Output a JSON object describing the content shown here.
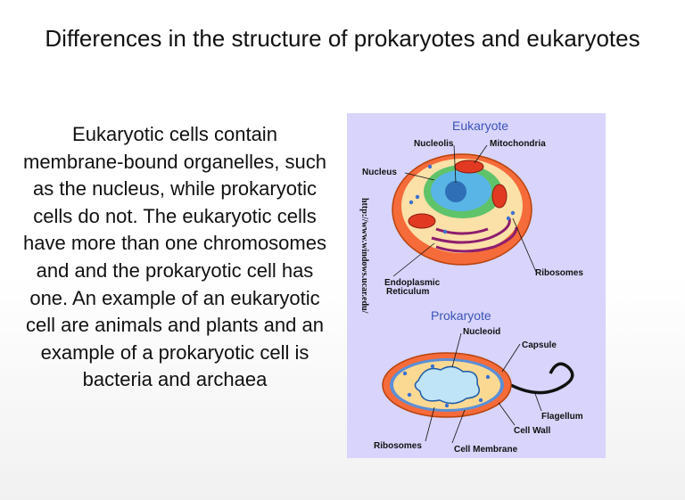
{
  "slide": {
    "title": "Differences in the structure of prokaryotes and eukaryotes",
    "body": "Eukaryotic cells contain membrane-bound organelles, such as the nucleus, while prokaryotic cells do not. The eukaryotic cells have more than one chromosomes and and the prokaryotic cell has one. An example of an eukaryotic cell are animals and plants and an example of a prokaryotic cell is bacteria and archaea"
  },
  "figure": {
    "source_url": "http://www.windows.ucar.edu/",
    "eukaryote": {
      "heading": "Eukaryote",
      "labels": {
        "nucleolis": "Nucleolis",
        "mitochondria": "Mitochondria",
        "nucleus": "Nucleus",
        "ribosomes": "Ribosomes",
        "er_line1": "Endoplasmic",
        "er_line2": "Reticulum"
      }
    },
    "prokaryote": {
      "heading": "Prokaryote",
      "labels": {
        "nucleoid": "Nucleoid",
        "capsule": "Capsule",
        "flagellum": "Flagellum",
        "cell_wall": "Cell Wall",
        "ribosomes": "Ribosomes",
        "cell_membrane": "Cell Membrane"
      }
    }
  }
}
